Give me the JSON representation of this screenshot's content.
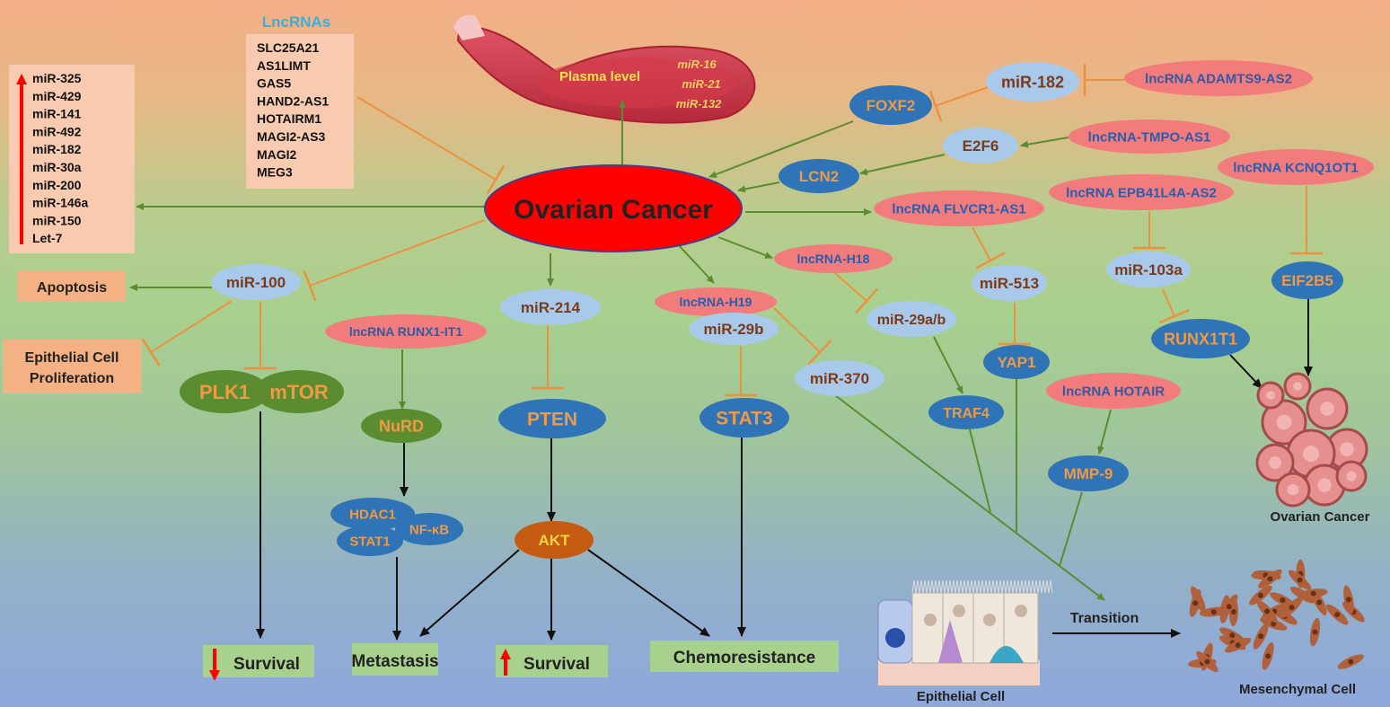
{
  "nodes": {
    "oc": "Ovarian  Cancer",
    "mir182": "miR-182",
    "adamts9": "lncRNA ADAMTS9-AS2",
    "foxf2": "FOXF2",
    "e2f6": "E2F6",
    "tmpo": "lncRNA-TMPO-AS1",
    "lcn2": "LCN2",
    "kcnq": "lncRNA KCNQ1OT1",
    "epb": "lncRNA EPB41L4A-AS2",
    "flvcr1": "lncRNA FLVCR1-AS1",
    "h18": "lncRNA-H18",
    "mir513": "miR-513",
    "mir103a": "miR-103a",
    "eif2b5": "EIF2B5",
    "mir29ab": "miR-29a/b",
    "runx1t1": "RUNX1T1",
    "yap1": "YAP1",
    "hotair": "lncRNA HOTAIR",
    "mir370": "miR-370",
    "traf4": "TRAF4",
    "mmp9": "MMP-9",
    "h19": "lncRNA-H19",
    "mir29b": "miR-29b",
    "stat3": "STAT3",
    "mir214": "miR-214",
    "pten": "PTEN",
    "akt": "AKT",
    "mir100": "miR-100",
    "runx1it1": "lncRNA RUNX1-IT1",
    "nurd": "NuRD",
    "plk1": "PLK1",
    "mtor": "mTOR",
    "hdac1": "HDAC1",
    "nfkb": "NF-κB",
    "stat1": "STAT1"
  },
  "mirna_list": [
    "miR-325",
    "miR-429",
    "miR-141",
    "miR-492",
    "miR-182",
    "miR-30a",
    "miR-200",
    "miR-146a",
    "miR-150",
    "Let-7"
  ],
  "lncrna_box": {
    "title": "LncRNAs",
    "items": [
      "SLC25A21",
      "AS1LIMT",
      "GAS5",
      "HAND2-AS1",
      "HOTAIRM1",
      "MAGI2-AS3",
      "MAGI2",
      "MEG3"
    ]
  },
  "plasma": {
    "label": "Plasma level",
    "mirnas": [
      "miR-16",
      "miR-21",
      "miR-132"
    ]
  },
  "boxes": {
    "apoptosis": "Apoptosis",
    "proliferation": [
      "Epithelial Cell",
      "Proliferation"
    ]
  },
  "outcomes": {
    "survival_down": "Survival",
    "metastasis": "Metastasis",
    "survival_up": "Survival",
    "chemoresistance": "Chemoresistance"
  },
  "images": {
    "ovarian_cancer": "Ovarian Cancer",
    "epithelial": "Epithelial Cell",
    "mesenchymal": "Mesenchymal Cell",
    "transition": "Transition"
  },
  "colors": {
    "activation": "#5b8c2f",
    "inhibition": "#ec9140",
    "mirna_fill": "#a9c9ea",
    "mirna_text": "#7b3b18",
    "protein_fill": "#2f74b6",
    "protein_text": "#ef9a45",
    "lncrna_fill": "#f27b7b",
    "lncrna_text": "#2d5cab",
    "center_fill": "#ff0000",
    "outcome_fill": "#a9d18e",
    "up_down_arrow": "#ff0000"
  }
}
